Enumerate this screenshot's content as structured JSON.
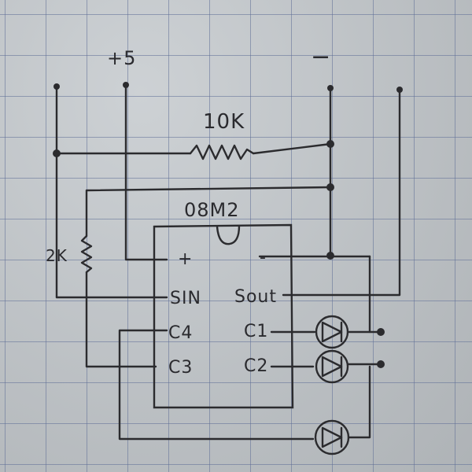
{
  "labels": {
    "positive_rail": "+5",
    "negative_rail": "−",
    "resistor_top": "10K",
    "resistor_left": "2K",
    "chip_name": "08M2",
    "pin_plus": "+",
    "pin_minus": "-",
    "pin_sin": "SIN",
    "pin_sout": "Sout",
    "pin_c4": "C4",
    "pin_c3": "C3",
    "pin_c1": "C1",
    "pin_c2": "C2"
  },
  "colors": {
    "paper": "#c2c7cb",
    "grid": "#5f6e96",
    "ink": "#2b2b2e"
  }
}
